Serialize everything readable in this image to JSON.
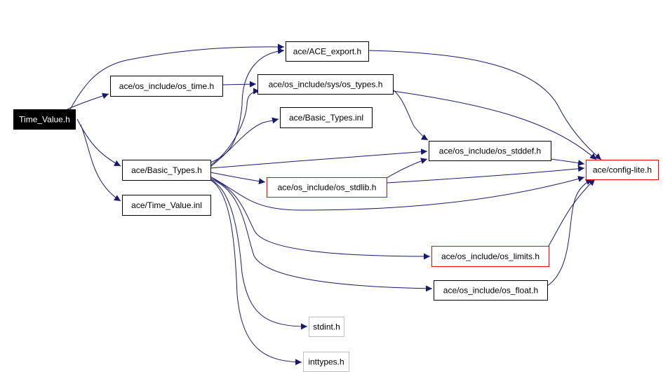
{
  "colors": {
    "edge": "#191970",
    "root_fill": "#000000",
    "root_text": "#ffffff",
    "node_fill": "#ffffff",
    "node_border": "#000000",
    "truncated_border": "#ff0000",
    "external_border": "#bfbfbf",
    "node_text": "#000000"
  },
  "nodes": [
    {
      "id": "time_value_h",
      "label": "Time_Value.h",
      "kind": "root"
    },
    {
      "id": "os_time_h",
      "label": "ace/os_include/os_time.h",
      "kind": "normal"
    },
    {
      "id": "basic_types_h",
      "label": "ace/Basic_Types.h",
      "kind": "normal"
    },
    {
      "id": "time_value_inl",
      "label": "ace/Time_Value.inl",
      "kind": "normal"
    },
    {
      "id": "ace_export_h",
      "label": "ace/ACE_export.h",
      "kind": "normal"
    },
    {
      "id": "sys_os_types_h",
      "label": "ace/os_include/sys/os_types.h",
      "kind": "normal"
    },
    {
      "id": "basic_types_inl",
      "label": "ace/Basic_Types.inl",
      "kind": "normal"
    },
    {
      "id": "os_stddef_h",
      "label": "ace/os_include/os_stddef.h",
      "kind": "normal"
    },
    {
      "id": "os_stdlib_h",
      "label": "ace/os_include/os_stdlib.h",
      "kind": "truncated"
    },
    {
      "id": "config_lite_h",
      "label": "ace/config-lite.h",
      "kind": "truncated"
    },
    {
      "id": "os_limits_h",
      "label": "ace/os_include/os_limits.h",
      "kind": "truncated"
    },
    {
      "id": "os_float_h",
      "label": "ace/os_include/os_float.h",
      "kind": "normal"
    },
    {
      "id": "stdint_h",
      "label": "stdint.h",
      "kind": "external"
    },
    {
      "id": "inttypes_h",
      "label": "inttypes.h",
      "kind": "external"
    }
  ],
  "edges": [
    {
      "from": "time_value_h",
      "to": "os_time_h"
    },
    {
      "from": "time_value_h",
      "to": "basic_types_h"
    },
    {
      "from": "time_value_h",
      "to": "time_value_inl"
    },
    {
      "from": "time_value_h",
      "to": "ace_export_h"
    },
    {
      "from": "os_time_h",
      "to": "sys_os_types_h"
    },
    {
      "from": "basic_types_h",
      "to": "ace_export_h"
    },
    {
      "from": "basic_types_h",
      "to": "sys_os_types_h"
    },
    {
      "from": "basic_types_h",
      "to": "basic_types_inl"
    },
    {
      "from": "basic_types_h",
      "to": "os_stddef_h"
    },
    {
      "from": "basic_types_h",
      "to": "os_stdlib_h"
    },
    {
      "from": "basic_types_h",
      "to": "config_lite_h"
    },
    {
      "from": "basic_types_h",
      "to": "os_limits_h"
    },
    {
      "from": "basic_types_h",
      "to": "os_float_h"
    },
    {
      "from": "basic_types_h",
      "to": "stdint_h"
    },
    {
      "from": "basic_types_h",
      "to": "inttypes_h"
    },
    {
      "from": "ace_export_h",
      "to": "config_lite_h"
    },
    {
      "from": "sys_os_types_h",
      "to": "os_stddef_h"
    },
    {
      "from": "sys_os_types_h",
      "to": "config_lite_h"
    },
    {
      "from": "os_stddef_h",
      "to": "config_lite_h"
    },
    {
      "from": "os_stdlib_h",
      "to": "os_stddef_h"
    },
    {
      "from": "os_stdlib_h",
      "to": "config_lite_h"
    },
    {
      "from": "os_limits_h",
      "to": "config_lite_h"
    },
    {
      "from": "os_float_h",
      "to": "config_lite_h"
    }
  ]
}
